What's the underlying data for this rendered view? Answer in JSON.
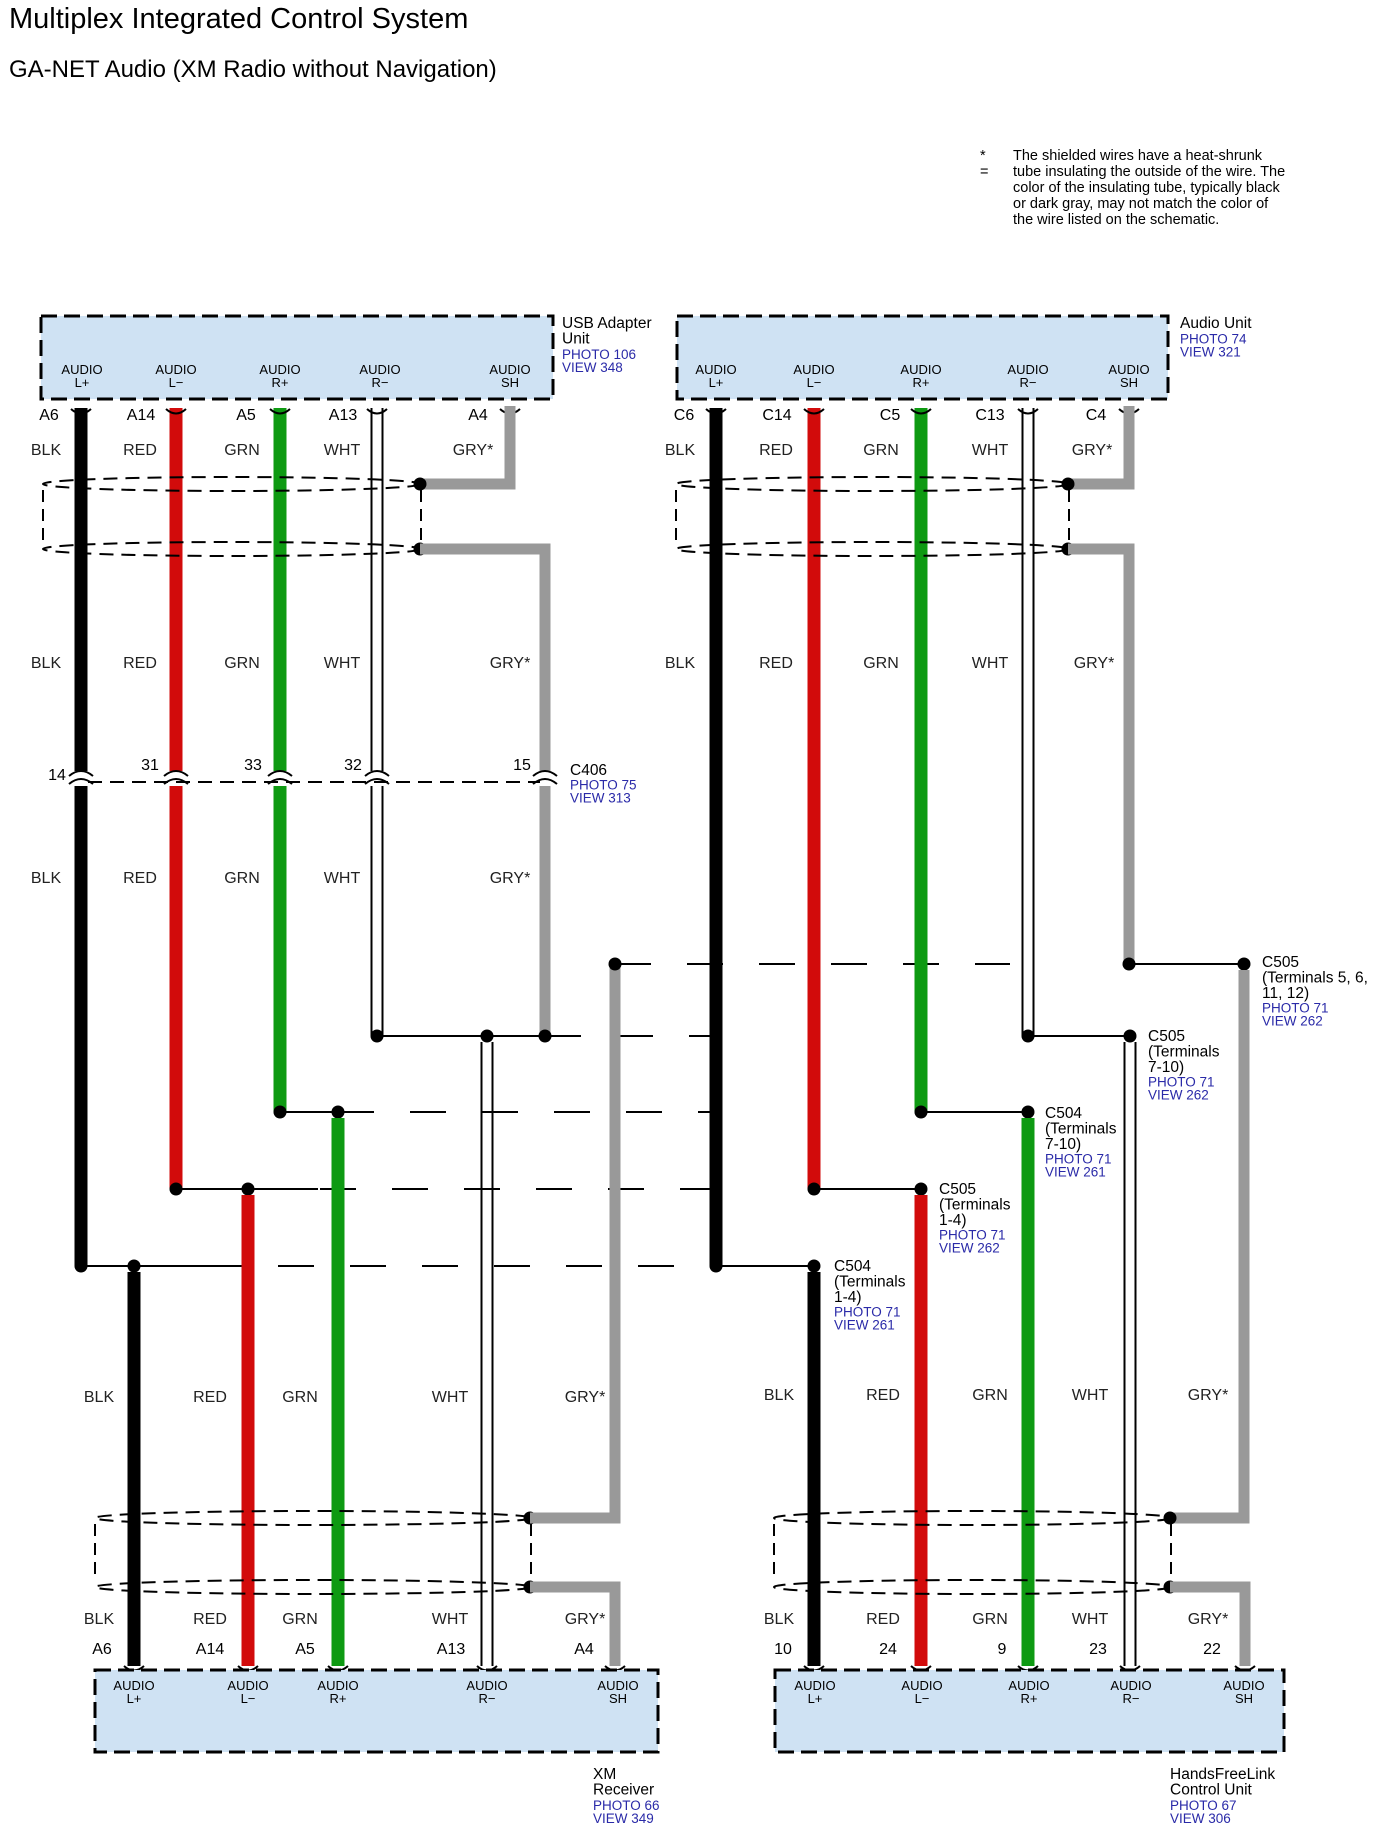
{
  "title": "Multiplex Integrated Control System",
  "subtitle": "GA-NET Audio (XM Radio without Navigation)",
  "note": {
    "symbol": "* =",
    "lines": [
      "The shielded wires have a heat-shrunk",
      "tube insulating the outside of the wire. The",
      "color of the insulating tube, typically black",
      "or dark gray, may not match the color of",
      "the wire listed on the schematic."
    ]
  },
  "components": {
    "usb": {
      "name": [
        "USB Adapter",
        "Unit"
      ],
      "photo": "PHOTO 106",
      "view": "VIEW 348"
    },
    "audio": {
      "name": [
        "Audio Unit"
      ],
      "photo": "PHOTO 74",
      "view": "VIEW 321"
    },
    "xm": {
      "name": [
        "XM",
        "Receiver"
      ],
      "photo": "PHOTO 66",
      "view": "VIEW 349"
    },
    "hfl": {
      "name": [
        "HandsFreeLink",
        "Control Unit"
      ],
      "photo": "PHOTO 67",
      "view": "VIEW 306"
    }
  },
  "terminals": [
    [
      "AUDIO",
      "L+"
    ],
    [
      "AUDIO",
      "L−"
    ],
    [
      "AUDIO",
      "R+"
    ],
    [
      "AUDIO",
      "R−"
    ],
    [
      "AUDIO",
      "SH"
    ]
  ],
  "pins": {
    "usb": [
      "A6",
      "A14",
      "A5",
      "A13",
      "A4"
    ],
    "audio": [
      "C6",
      "C14",
      "C5",
      "C13",
      "C4"
    ],
    "xm": [
      "A6",
      "A14",
      "A5",
      "A13",
      "A4"
    ],
    "hfl": [
      "10",
      "24",
      "9",
      "23",
      "22"
    ],
    "c406": [
      "14",
      "31",
      "33",
      "32",
      "15"
    ]
  },
  "wire_labels": [
    "BLK",
    "RED",
    "GRN",
    "WHT",
    "GRY*"
  ],
  "wire_colors": {
    "BLK": "#000000",
    "RED": "#d20b0b",
    "GRN": "#0e9a12",
    "WHT": "#ffffff",
    "GRY": "#999999",
    "component_fill": "#cfe2f3"
  },
  "connectors": {
    "c406": {
      "name": [
        "C406"
      ],
      "photo": "PHOTO 75",
      "view": "VIEW 313"
    },
    "c505_sh": {
      "name": [
        "C505",
        "(Terminals 5, 6,",
        "11, 12)"
      ],
      "photo": "PHOTO 71",
      "view": "VIEW 262"
    },
    "c505_7_10": {
      "name": [
        "C505",
        "(Terminals",
        "7-10)"
      ],
      "photo": "PHOTO 71",
      "view": "VIEW 262"
    },
    "c504_7_10": {
      "name": [
        "C504",
        "(Terminals",
        "7-10)"
      ],
      "photo": "PHOTO 71",
      "view": "VIEW 261"
    },
    "c505_1_4": {
      "name": [
        "C505",
        "(Terminals",
        "1-4)"
      ],
      "photo": "PHOTO 71",
      "view": "VIEW 262"
    },
    "c504_1_4": {
      "name": [
        "C504",
        "(Terminals",
        "1-4)"
      ],
      "photo": "PHOTO 71",
      "view": "VIEW 261"
    }
  }
}
